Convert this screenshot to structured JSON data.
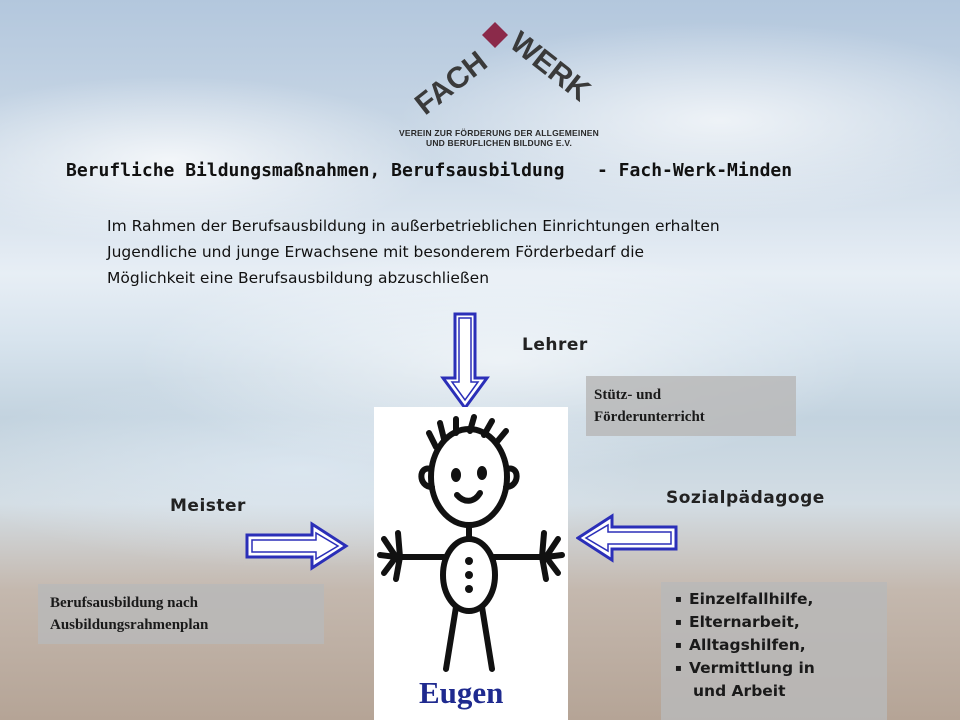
{
  "logo": {
    "word_left": "FACH",
    "word_right": "WERK",
    "subtitle_line1": "VEREIN ZUR FÖRDERUNG DER ALLGEMEINEN",
    "subtitle_line2": "UND BERUFLICHEN BILDUNG E.V.",
    "diamond_color": "#8b2a4a",
    "text_color": "#3a3a3a"
  },
  "title": "Berufliche Bildungsmaßnahmen, Berufsausbildung   - Fach-Werk-Minden",
  "intro": [
    "Im Rahmen der Berufsausbildung in außerbetrieblichen Einrichtungen erhalten",
    "Jugendliche und junge Erwachsene mit besonderem Förderbedarf die",
    "Möglichkeit eine Berufsausbildung abzuschließen"
  ],
  "roles": {
    "lehrer": "Lehrer",
    "meister": "Meister",
    "sozialpaedagoge": "Sozialpädagoge"
  },
  "boxes": {
    "lehrer_line1": "Stütz- und",
    "lehrer_line2": "Förderunterricht",
    "meister_line1": "Berufsausbildung nach",
    "meister_line2": "Ausbildungsrahmenplan"
  },
  "sozial_list": [
    "Einzelfallhilfe,",
    "Elternarbeit,",
    "Alltagshilfen,",
    "Vermittlung in"
  ],
  "sozial_list_continuation": "und Arbeit",
  "person_name": "Eugen",
  "icons": {
    "arrow_color": "#2b2fb8",
    "arrow_fill": "#ffffff",
    "bullet": "▪"
  }
}
